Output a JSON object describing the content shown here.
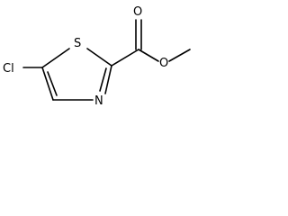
{
  "molecule": {
    "atom_labels": {
      "chlorine": "Cl",
      "sulfur": "S",
      "nitrogen": "N",
      "carbonyl_oxygen": "O",
      "ester_oxygen": "O"
    },
    "colors": {
      "bond": "#000000",
      "label": "#000000",
      "background": "#ffffff"
    }
  }
}
